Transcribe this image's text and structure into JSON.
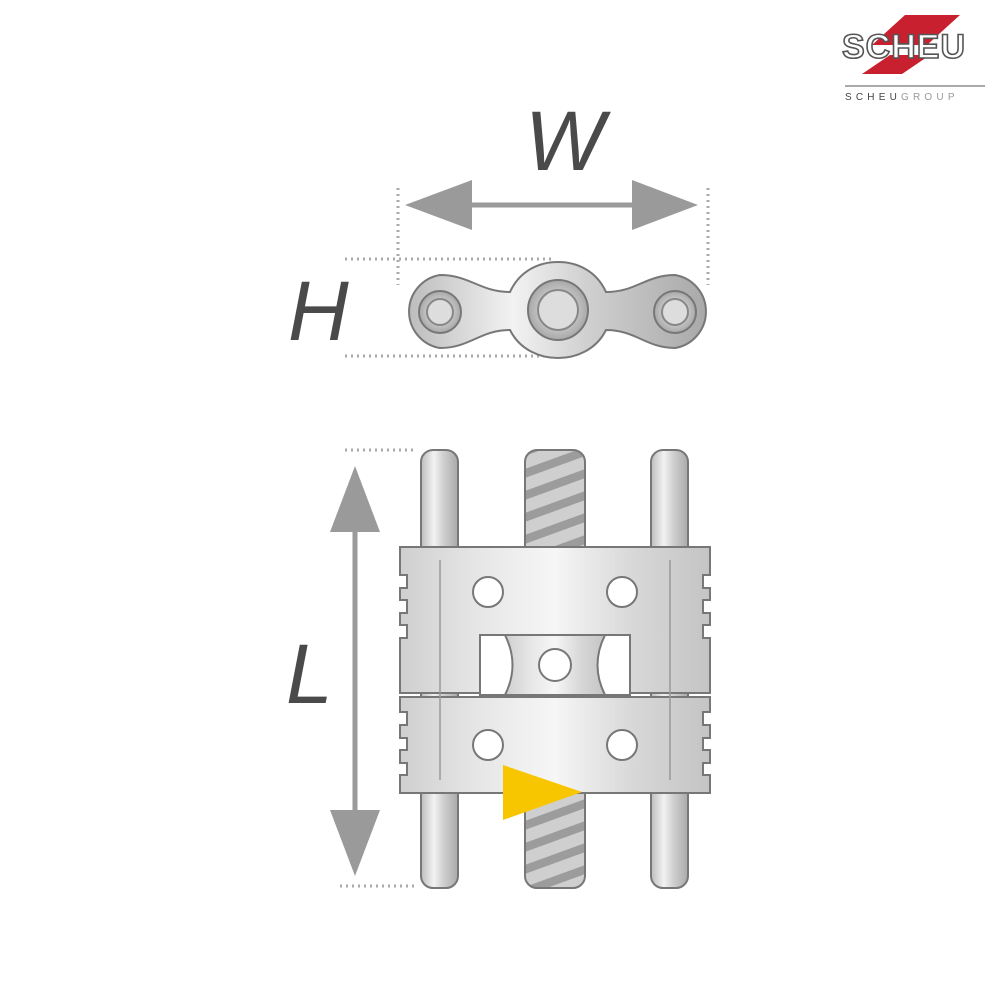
{
  "logo": {
    "brand": "SCHEU",
    "group_prefix": "SCHEU",
    "group_suffix": "GROUP"
  },
  "dimensions": {
    "width_label": "W",
    "height_label": "H",
    "length_label": "L"
  },
  "colors": {
    "accent_red": "#c8202f",
    "indicator_yellow": "#f7c600",
    "arrow_gray": "#9a9a9a",
    "metal": "#d4d4d4"
  }
}
